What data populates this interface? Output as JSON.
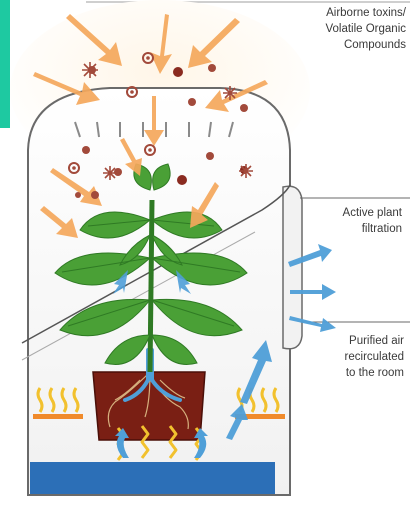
{
  "labels": {
    "airborne": [
      "Airborne toxins/",
      "Volatile Organic",
      "Compounds"
    ],
    "active_plant": [
      "Active plant",
      "filtration"
    ],
    "purified": [
      "Purified air",
      "recirculated",
      "to the room"
    ]
  },
  "colors": {
    "accent_bar": "#1ec9a1",
    "inflow_arrow": "#f5a85c",
    "toxin": "#a24a3b",
    "leaf": "#4aa036",
    "leaf_dark": "#2f7a24",
    "soil": "#7a1f14",
    "clean_air_arrow": "#4f9fd8",
    "water": "#2c6fb7",
    "heat_lines": "#f2c12e",
    "enclosure_stroke": "#6a6a6a"
  },
  "icons": [
    "toxin-particle-icon",
    "inflow-arrow-icon",
    "clean-air-arrow-icon",
    "heat-wave-icon"
  ]
}
